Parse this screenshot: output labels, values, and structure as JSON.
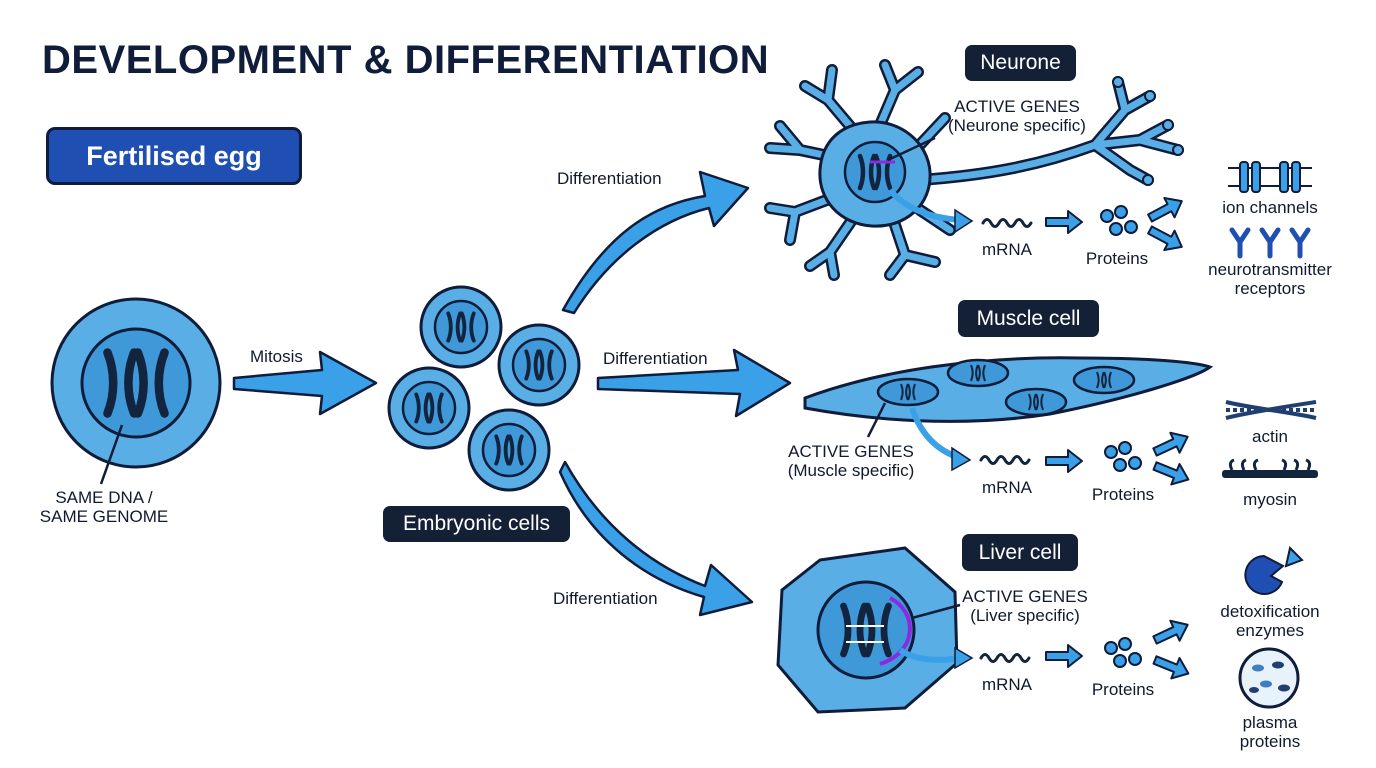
{
  "title": "DEVELOPMENT & DIFFERENTIATION",
  "fertilised_egg": {
    "label": "Fertilised egg",
    "annotation_line1": "SAME DNA /",
    "annotation_line2": "SAME GENOME"
  },
  "mitosis_label": "Mitosis",
  "embryonic_cells_label": "Embryonic cells",
  "differentiation_labels": [
    "Differentiation",
    "Differentiation",
    "Differentiation"
  ],
  "neurone": {
    "label": "Neurone",
    "genes_line1": "ACTIVE GENES",
    "genes_line2": "(Neurone specific)",
    "mrna": "mRNA",
    "proteins": "Proteins",
    "product1": "ion channels",
    "product2_line1": "neurotransmitter",
    "product2_line2": "receptors"
  },
  "muscle": {
    "label": "Muscle cell",
    "genes_line1": "ACTIVE GENES",
    "genes_line2": "(Muscle specific)",
    "mrna": "mRNA",
    "proteins": "Proteins",
    "product1": "actin",
    "product2": "myosin"
  },
  "liver": {
    "label": "Liver cell",
    "genes_line1": "ACTIVE GENES",
    "genes_line2": "(Liver specific)",
    "mrna": "mRNA",
    "proteins": "Proteins",
    "product1_line1": "detoxification",
    "product1_line2": "enzymes",
    "product2_line1": "plasma",
    "product2_line2": "proteins"
  },
  "colors": {
    "cell_fill": "#5aaee6",
    "cell_light": "#8fc8f0",
    "outline": "#0f1c3a",
    "arrow": "#3aa0e8",
    "dark_box": "#142036",
    "accent_box": "#1f4fb2",
    "gene_highlight": "#8a2be2"
  }
}
